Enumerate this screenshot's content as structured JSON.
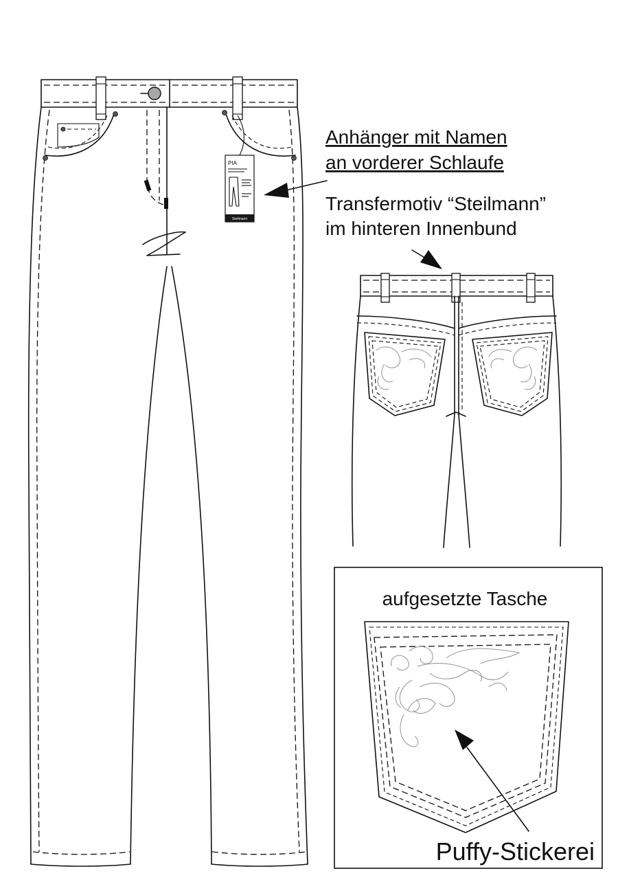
{
  "annotations": {
    "hangtag_line1": "Anhänger mit Namen ",
    "hangtag_line2": "an vorderer Schlaufe",
    "transfer_line1": "Transfermotiv “Steilmann”",
    "transfer_line2": " im hinteren Innenbund",
    "pocket_title": "aufgesetzte Tasche",
    "embroidery_label": "Puffy-Stickerei"
  },
  "hangtag": {
    "name": "PIA",
    "brand": "Steilmann"
  },
  "colors": {
    "line": "#111111",
    "embroidery": "#9a9a9a",
    "button": "#a8a8a8",
    "background": "#ffffff"
  }
}
